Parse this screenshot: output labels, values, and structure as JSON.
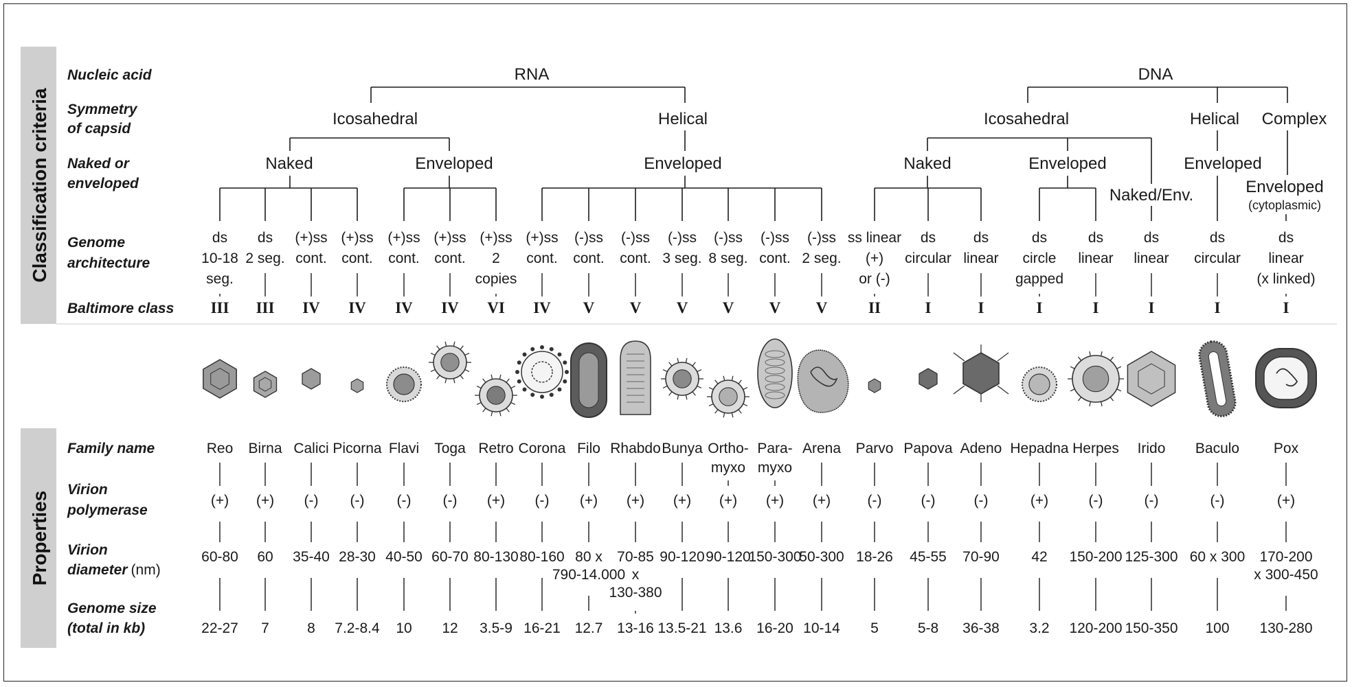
{
  "section_labels": {
    "classification": "Classification criteria",
    "properties": "Properties"
  },
  "criteria_labels": {
    "nucleic_acid": "Nucleic acid",
    "symmetry": [
      "Symmetry",
      "of capsid"
    ],
    "naked": [
      "Naked or",
      "enveloped"
    ],
    "genome_arch": [
      "Genome",
      "architecture"
    ],
    "baltimore": "Baltimore class"
  },
  "property_labels": {
    "family": "Family name",
    "polymerase": [
      "Virion",
      "polymerase"
    ],
    "diameter": [
      "Virion",
      "diameter",
      "(nm)"
    ],
    "genome_size": [
      "Genome size",
      "(total in kb)"
    ]
  },
  "tree": {
    "rna": "RNA",
    "dna": "DNA",
    "rna_icosahedral": "Icosahedral",
    "rna_helical": "Helical",
    "dna_icosahedral": "Icosahedral",
    "dna_helical": "Helical",
    "dna_complex": "Complex",
    "rna_ico_naked": "Naked",
    "rna_ico_enveloped": "Enveloped",
    "rna_hel_enveloped": "Enveloped",
    "dna_ico_naked": "Naked",
    "dna_ico_enveloped": "Enveloped",
    "dna_ico_naked_env": "Naked/Env.",
    "dna_hel_enveloped": "Enveloped",
    "dna_complex_enveloped": "Enveloped",
    "dna_complex_note": "(cytoplasmic)"
  },
  "families": [
    {
      "name": "Reo",
      "genome": [
        "ds",
        "10-18",
        "seg."
      ],
      "baltimore": "III",
      "polymerase": "(+)",
      "diameter": [
        "60-80"
      ],
      "size": "22-27",
      "shape": "ico-large",
      "shade": "#9a9a9a"
    },
    {
      "name": "Birna",
      "genome": [
        "ds",
        "2 seg."
      ],
      "baltimore": "III",
      "polymerase": "(+)",
      "diameter": [
        "60"
      ],
      "size": "7",
      "shape": "ico-med",
      "shade": "#a8a8a8"
    },
    {
      "name": "Calici",
      "genome": [
        "(+)ss",
        "cont."
      ],
      "baltimore": "IV",
      "polymerase": "(-)",
      "diameter": [
        "35-40"
      ],
      "size": "8",
      "shape": "ico-small",
      "shade": "#9c9c9c"
    },
    {
      "name": "Picorna",
      "genome": [
        "(+)ss",
        "cont."
      ],
      "baltimore": "IV",
      "polymerase": "(-)",
      "diameter": [
        "28-30"
      ],
      "size": "7.2-8.4",
      "shape": "ico-tiny",
      "shade": "#a2a2a2"
    },
    {
      "name": "Flavi",
      "genome": [
        "(+)ss",
        "cont."
      ],
      "baltimore": "IV",
      "polymerase": "(-)",
      "diameter": [
        "40-50"
      ],
      "size": "10",
      "shape": "env-round",
      "shade": "#8c8c8c"
    },
    {
      "name": "Toga",
      "genome": [
        "(+)ss",
        "cont."
      ],
      "baltimore": "IV",
      "polymerase": "(-)",
      "diameter": [
        "60-70"
      ],
      "size": "12",
      "shape": "env-spiky",
      "shade": "#909090"
    },
    {
      "name": "Retro",
      "genome": [
        "(+)ss",
        "2",
        "copies"
      ],
      "baltimore": "VI",
      "polymerase": "(+)",
      "diameter": [
        "80-130"
      ],
      "size": "3.5-9",
      "shape": "env-spiky",
      "shade": "#7c7c7c"
    },
    {
      "name": "Corona",
      "genome": [
        "(+)ss",
        "cont."
      ],
      "baltimore": "IV",
      "polymerase": "(-)",
      "diameter": [
        "80-160"
      ],
      "size": "16-21",
      "shape": "env-coil",
      "shade": "#bdbdbd"
    },
    {
      "name": "Filo",
      "genome": [
        "(-)ss",
        "cont."
      ],
      "baltimore": "V",
      "polymerase": "(+)",
      "diameter": [
        "80 x",
        "790-14.000"
      ],
      "size": "12.7",
      "shape": "rod",
      "shade": "#5c5c5c"
    },
    {
      "name": "Rhabdo",
      "genome": [
        "(-)ss",
        "cont."
      ],
      "baltimore": "V",
      "polymerase": "(+)",
      "diameter": [
        "70-85",
        "x",
        "130-380"
      ],
      "size": "13-16",
      "shape": "bullet",
      "shade": "#c4c4c4"
    },
    {
      "name": "Bunya",
      "genome": [
        "(-)ss",
        "3 seg."
      ],
      "baltimore": "V",
      "polymerase": "(+)",
      "diameter": [
        "90-120"
      ],
      "size": "13.5-21",
      "shape": "env-spiky",
      "shade": "#8a8a8a"
    },
    {
      "name": "Ortho-",
      "name2": "myxo",
      "genome": [
        "(-)ss",
        "8 seg."
      ],
      "baltimore": "V",
      "polymerase": "(+)",
      "diameter": [
        "90-120"
      ],
      "size": "13.6",
      "shape": "env-spiky",
      "shade": "#b0b0b0"
    },
    {
      "name": "Para-",
      "name2": "myxo",
      "genome": [
        "(-)ss",
        "cont."
      ],
      "baltimore": "V",
      "polymerase": "(+)",
      "diameter": [
        "150-300"
      ],
      "size": "16-20",
      "shape": "oval",
      "shade": "#c8c8c8"
    },
    {
      "name": "Arena",
      "genome": [
        "(-)ss",
        "2 seg."
      ],
      "baltimore": "V",
      "polymerase": "(+)",
      "diameter": [
        "50-300"
      ],
      "size": "10-14",
      "shape": "blob",
      "shade": "#b4b4b4"
    },
    {
      "name": "Parvo",
      "genome": [
        "ss linear",
        "(+)",
        "or (-)"
      ],
      "baltimore": "II",
      "polymerase": "(-)",
      "diameter": [
        "18-26"
      ],
      "size": "5",
      "shape": "ico-tiny",
      "shade": "#8e8e8e"
    },
    {
      "name": "Papova",
      "genome": [
        "ds",
        "circular"
      ],
      "baltimore": "I",
      "polymerase": "(-)",
      "diameter": [
        "45-55"
      ],
      "size": "5-8",
      "shape": "ico-small",
      "shade": "#6e6e6e"
    },
    {
      "name": "Adeno",
      "genome": [
        "ds",
        "linear"
      ],
      "baltimore": "I",
      "polymerase": "(-)",
      "diameter": [
        "70-90"
      ],
      "size": "36-38",
      "shape": "adeno",
      "shade": "#6a6a6a"
    },
    {
      "name": "Hepadna",
      "genome": [
        "ds",
        "circle",
        "gapped"
      ],
      "baltimore": "I",
      "polymerase": "(+)",
      "diameter": [
        "42"
      ],
      "size": "3.2",
      "shape": "env-round",
      "shade": "#b8b8b8"
    },
    {
      "name": "Herpes",
      "genome": [
        "ds",
        "linear"
      ],
      "baltimore": "I",
      "polymerase": "(-)",
      "diameter": [
        "150-200"
      ],
      "size": "120-200",
      "shape": "env-spiky",
      "shade": "#a0a0a0"
    },
    {
      "name": "Irido",
      "genome": [
        "ds",
        "linear"
      ],
      "baltimore": "I",
      "polymerase": "(-)",
      "diameter": [
        "125-300"
      ],
      "size": "150-350",
      "shape": "ico-large",
      "shade": "#c0c0c0"
    },
    {
      "name": "Baculo",
      "genome": [
        "ds",
        "circular"
      ],
      "baltimore": "I",
      "polymerase": "(-)",
      "diameter": [
        "60 x 300"
      ],
      "size": "100",
      "shape": "baculo",
      "shade": "#7a7a7a"
    },
    {
      "name": "Pox",
      "genome": [
        "ds",
        "linear",
        "(x linked)"
      ],
      "baltimore": "I",
      "polymerase": "(+)",
      "diameter": [
        "170-200",
        "x 300-450"
      ],
      "size": "130-280",
      "shape": "pox",
      "shade": "#555555"
    }
  ]
}
